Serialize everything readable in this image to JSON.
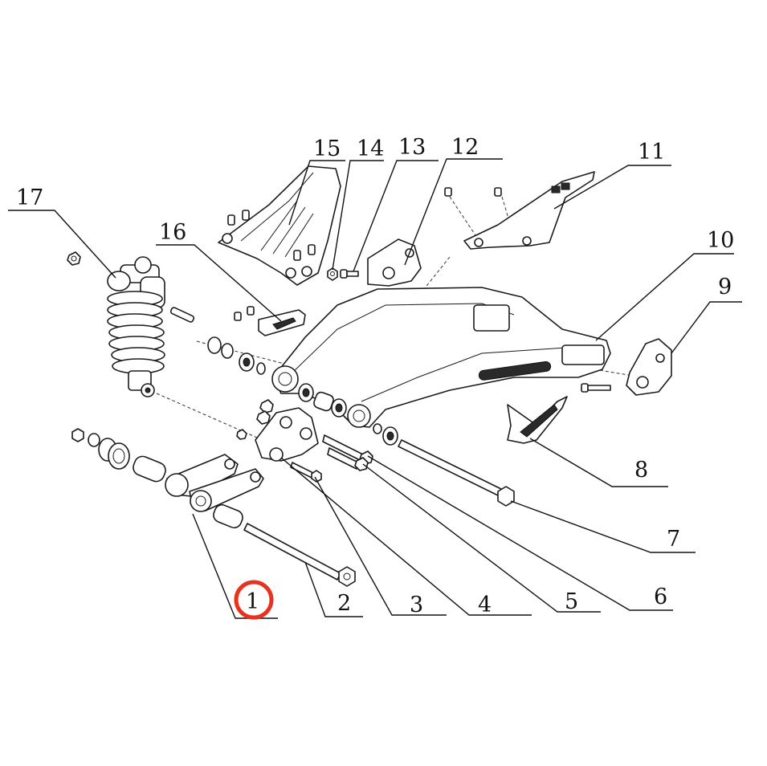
{
  "callouts": {
    "c1": "1",
    "c2": "2",
    "c3": "3",
    "c4": "4",
    "c5": "5",
    "c6": "6",
    "c7": "7",
    "c8": "8",
    "c9": "9",
    "c10": "10",
    "c11": "11",
    "c12": "12",
    "c13": "13",
    "c14": "14",
    "c15": "15",
    "c16": "16",
    "c17": "17"
  },
  "highlight": {
    "callout": "1",
    "color": "#e8321e"
  },
  "parts": [
    "rocker-link",
    "link-bolt",
    "link-arm",
    "spacer-bolt",
    "pivot-bolt",
    "swingarm-bolt",
    "swingarm-axle",
    "chain-slider-lower",
    "chain-adjuster-block",
    "swingarm",
    "chain-guard",
    "brake-caliper-bracket",
    "bolt",
    "nut",
    "rear-hugger",
    "chain-guide",
    "rear-shock"
  ]
}
